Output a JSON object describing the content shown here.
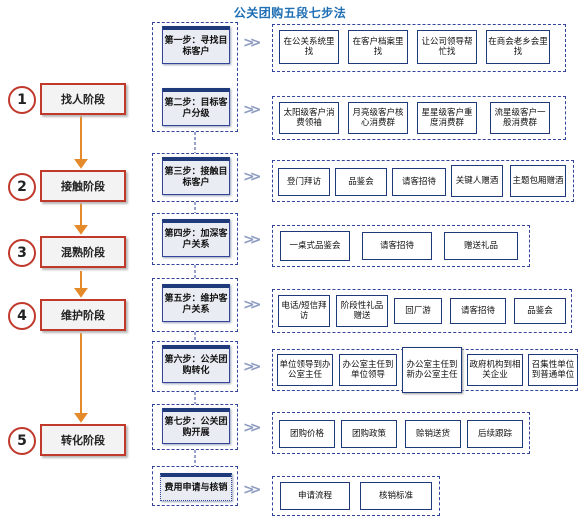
{
  "title": "公关团购五段七步法",
  "stages": [
    {
      "num": "1",
      "label": "找人阶段"
    },
    {
      "num": "2",
      "label": "接触阶段"
    },
    {
      "num": "3",
      "label": "混熟阶段"
    },
    {
      "num": "4",
      "label": "维护阶段"
    },
    {
      "num": "5",
      "label": "转化阶段"
    }
  ],
  "steps": [
    {
      "label": "第一步：寻找目标客户"
    },
    {
      "label": "第二步：目标客户分级"
    },
    {
      "label": "第三步：接触目标客户"
    },
    {
      "label": "第四步：加深客户关系"
    },
    {
      "label": "第五步：维护客户关系"
    },
    {
      "label": "第六步：公关团购转化"
    },
    {
      "label": "第七步：公关团购开展"
    },
    {
      "label": "费用申请与核销"
    }
  ],
  "details": [
    [
      "在公关系统里找",
      "在客户档案里找",
      "让公司领导帮忙找",
      "在商会老乡会里找"
    ],
    [
      "太阳级客户消费领袖",
      "月亮级客户核心消费群",
      "星星级客户重度消费群",
      "流星级客户一般消费群"
    ],
    [
      "登门拜访",
      "品鉴会",
      "请客招待",
      "关键人赠酒",
      "主题包厢赠酒"
    ],
    [
      "一桌式品鉴会",
      "请客招待",
      "赠送礼品"
    ],
    [
      "电话/短信拜访",
      "阶段性礼品赠送",
      "回厂游",
      "请客招待",
      "品鉴会"
    ],
    [
      "单位领导到办公室主任",
      "办公室主任到单位领导",
      "办公室主任到新办公室主任",
      "政府机构到相关企业",
      "召集性单位到普通单位"
    ],
    [
      "团购价格",
      "团购政策",
      "赊销送货",
      "后续跟踪"
    ],
    [
      "申请流程",
      "核销标准"
    ]
  ]
}
